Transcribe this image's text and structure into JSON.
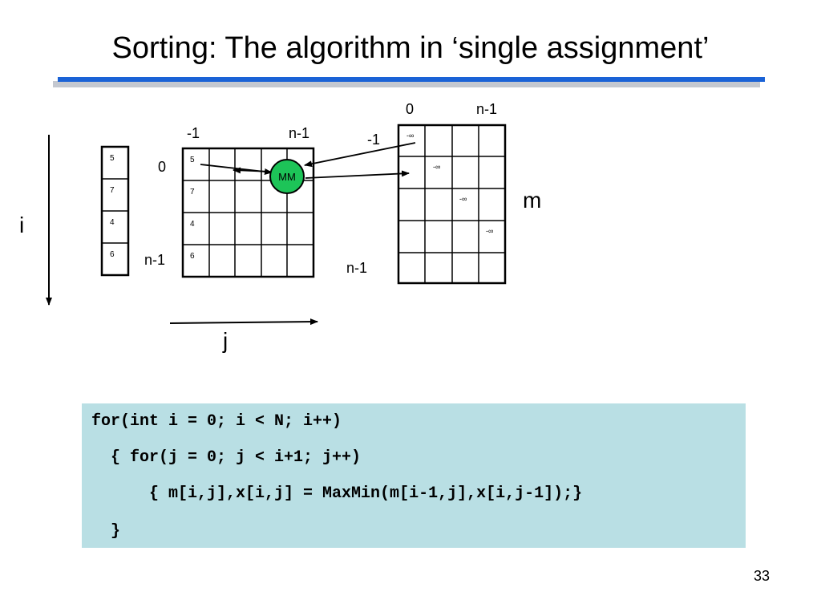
{
  "slide": {
    "title": "Sorting: The algorithm in ‘single assignment’",
    "page_number": "33"
  },
  "axes": {
    "i_label": "i",
    "j_label": "j"
  },
  "input_array": {
    "values": [
      "5",
      "7",
      "4",
      "6"
    ]
  },
  "x_matrix": {
    "col_start_label": "-1",
    "col_end_label": "n-1",
    "row_start_label": "0",
    "row_end_label": "n-1",
    "first_col_values": [
      "5",
      "7",
      "4",
      "6"
    ]
  },
  "maxmin_node": {
    "label": "MM"
  },
  "m_matrix": {
    "col_start_label": "0",
    "col_end_label": "n-1",
    "row_start_label": "-1",
    "row_end_label": "n-1",
    "name": "m",
    "diagonal_value": "-∞"
  },
  "code": {
    "lines": [
      "for(int i = 0; i < N; i++)",
      "  { for(j = 0; j < i+1; j++)",
      "      { m[i,j],x[i,j] = MaxMin(m[i-1,j],x[i,j-1]);}",
      "  }"
    ]
  }
}
